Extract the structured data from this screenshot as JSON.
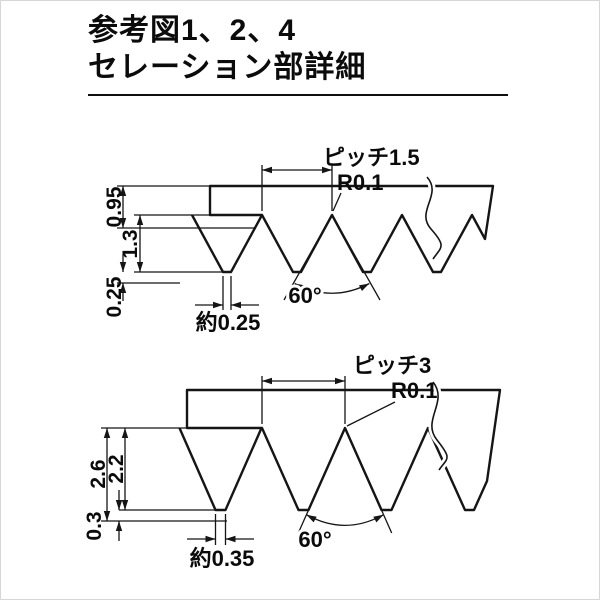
{
  "title": {
    "line1": "参考図1、2、4",
    "line2": "セレーション部詳細"
  },
  "colors": {
    "material_fill": "#f0e9b2",
    "line": "#151515"
  },
  "top": {
    "pitch": "ピッチ1.5",
    "radius": "R0.1",
    "angle": "60°",
    "dim_a": "0.95",
    "dim_b": "1.3",
    "dim_c": "0.25",
    "tip_width": "約0.25"
  },
  "bottom": {
    "pitch": "ピッチ3",
    "radius": "R0.1",
    "angle": "60°",
    "dim_a": "2.6",
    "dim_b": "2.2",
    "dim_c": "0.3",
    "tip_width": "約0.35"
  }
}
